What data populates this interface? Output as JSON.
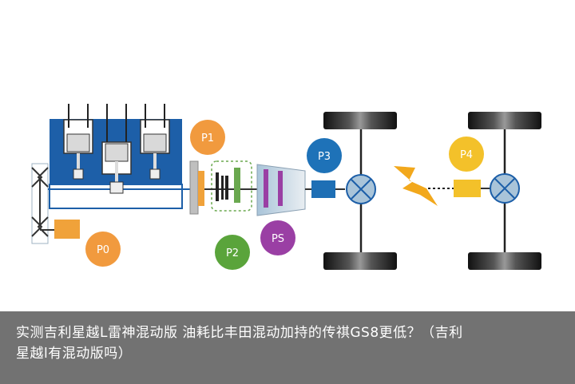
{
  "diagram": {
    "nodes": [
      {
        "id": "p0",
        "label": "P0",
        "color": "#f19a3e"
      },
      {
        "id": "p1",
        "label": "P1",
        "color": "#f19a3e"
      },
      {
        "id": "p2",
        "label": "P2",
        "color": "#5aa43b"
      },
      {
        "id": "ps",
        "label": "PS",
        "color": "#9a3fa4"
      },
      {
        "id": "p3",
        "label": "P3",
        "color": "#1e72b8"
      },
      {
        "id": "p4",
        "label": "P4",
        "color": "#f3c12a"
      }
    ],
    "colors": {
      "engine": "#1d5fa8",
      "motor_box_orange": "#f0a23a",
      "motor_box_blue": "#1e6fb5",
      "motor_box_yellow": "#f3c12a",
      "lightning": "#f2a81c",
      "wheel": "#1a1a1a"
    }
  },
  "caption": {
    "line1": "实测吉利星越L雷神混动版 油耗比丰田混动加持的传祺GS8更低？（吉利",
    "line2": "星越l有混动版吗）"
  }
}
